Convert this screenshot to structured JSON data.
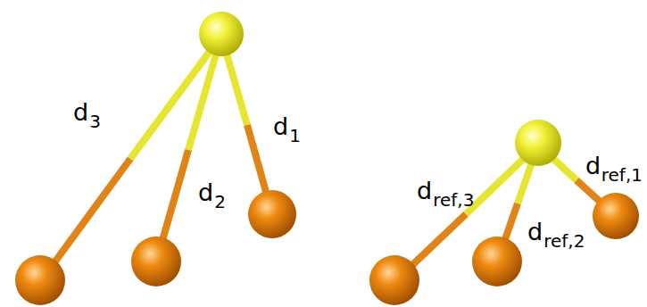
{
  "diagram": {
    "labels": [
      "d",
      "3",
      "d",
      "2",
      "d",
      "1",
      "d",
      "ref,3",
      "d",
      "ref,2",
      "d",
      "ref,1"
    ]
  }
}
